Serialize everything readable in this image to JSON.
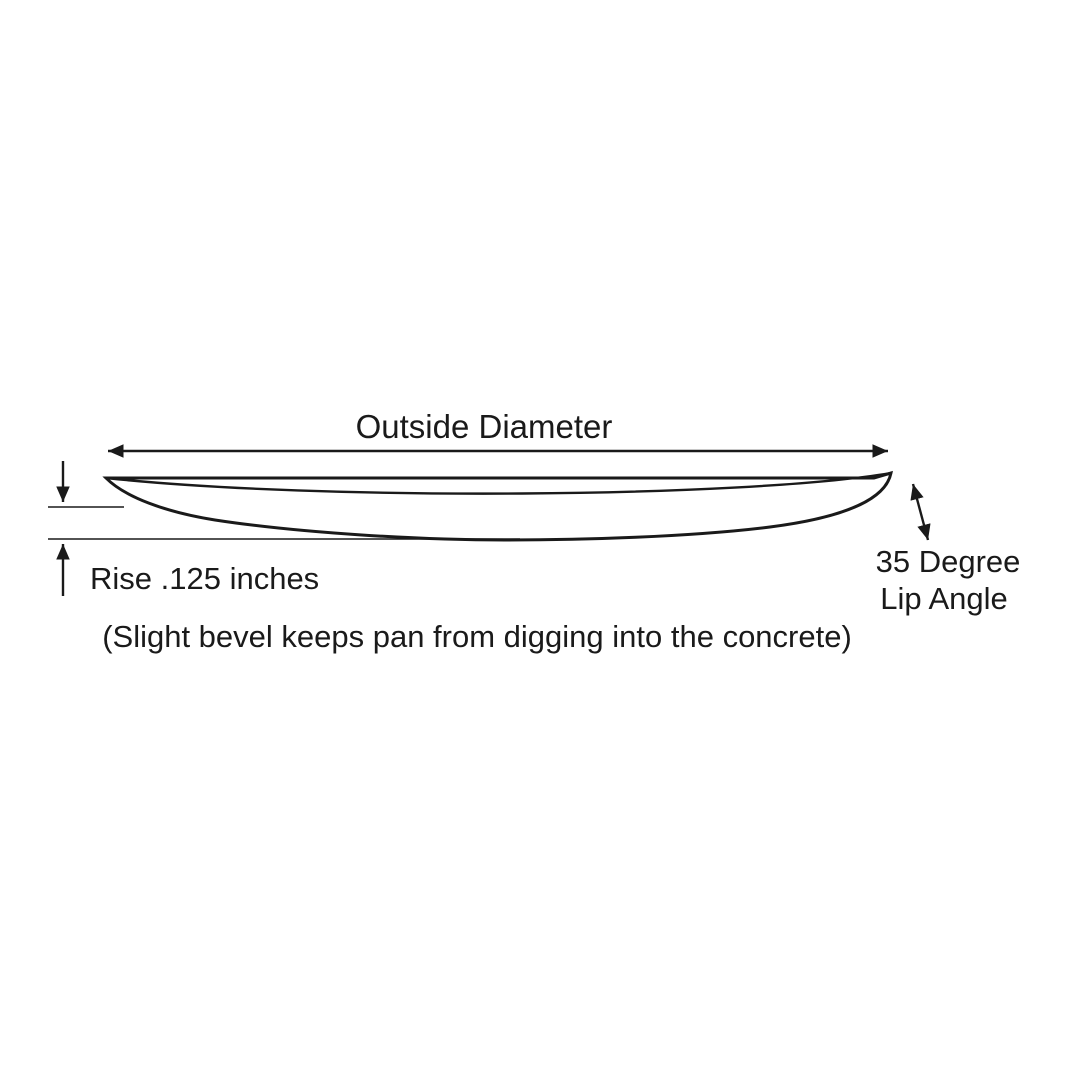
{
  "diagram": {
    "title": "Outside Diameter",
    "rise_label": "Rise .125 inches",
    "lip_angle": {
      "line1": "35 Degree",
      "line2": "Lip Angle"
    },
    "caption": "(Slight bevel keeps pan from digging into the concrete)",
    "colors": {
      "line": "#1a1a1a",
      "background": "#ffffff"
    }
  }
}
